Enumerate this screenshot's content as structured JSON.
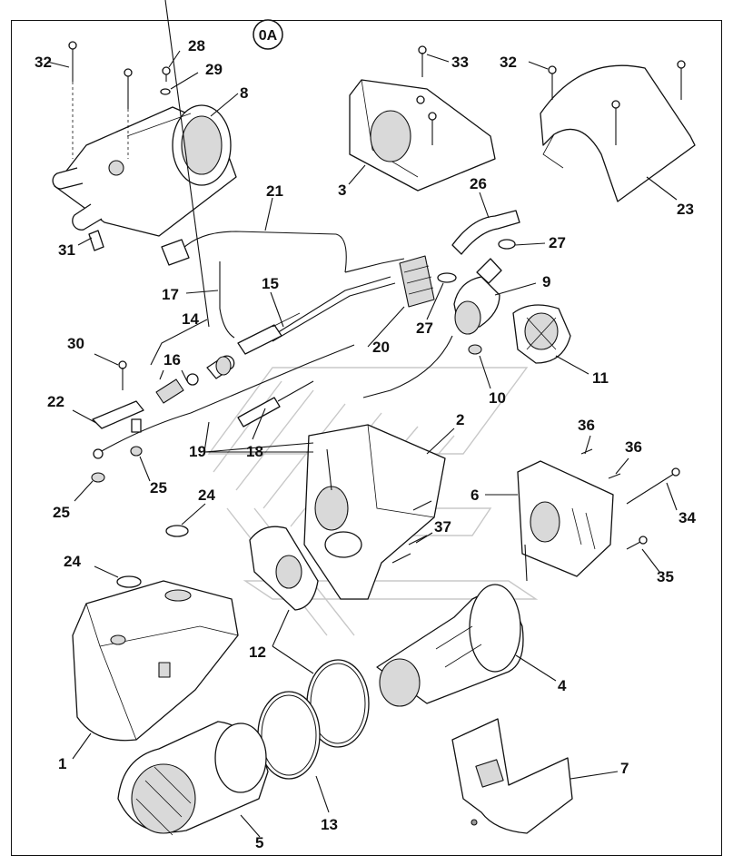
{
  "diagram": {
    "group_tag": "0A",
    "callouts": [
      "1",
      "2",
      "3",
      "4",
      "5",
      "6",
      "7",
      "8",
      "9",
      "10",
      "11",
      "12",
      "13",
      "14",
      "15",
      "16",
      "17",
      "18",
      "19",
      "20",
      "21",
      "22",
      "23",
      "24",
      "25",
      "26",
      "27",
      "28",
      "29",
      "30",
      "31",
      "32",
      "33",
      "34",
      "35",
      "36",
      "37"
    ]
  }
}
